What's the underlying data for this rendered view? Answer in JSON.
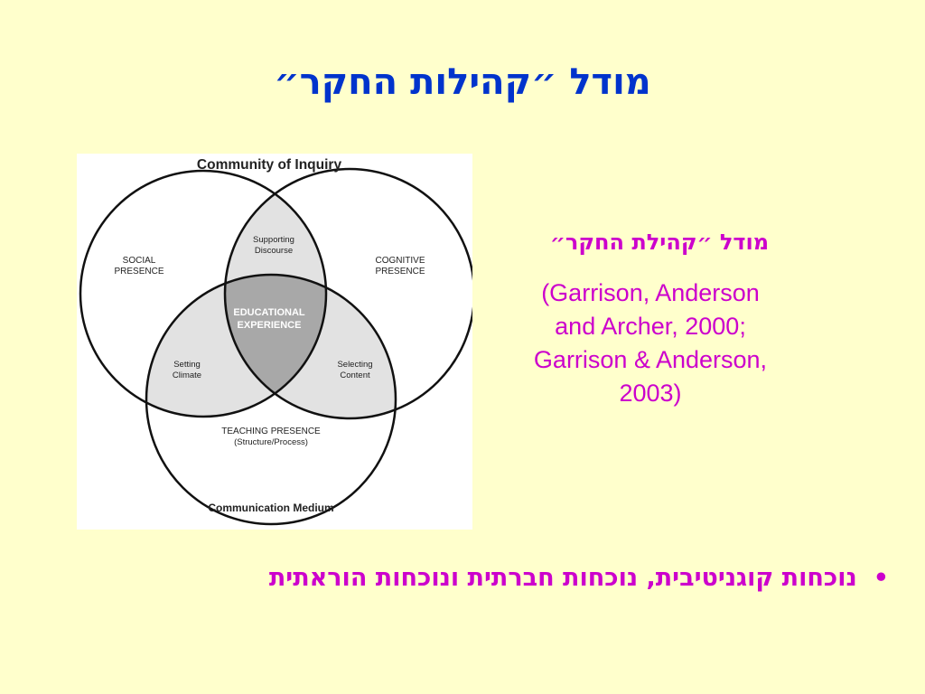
{
  "slide": {
    "title": "מודל ״קהילות החקר״",
    "sub_heading": "מודל ״קהילת החקר״",
    "citation_lines": [
      "(Garrison, Anderson",
      "and Archer, 2000;",
      "Garrison & Anderson,",
      "2003)"
    ],
    "bullet_symbol": "•",
    "bullet_text": "נוכחות קוגניטיבית, נוכחות חברתית ונוכחות הוראתית"
  },
  "figure": {
    "title": "Community of Inquiry",
    "footer": "Communication Medium",
    "regions": {
      "social": [
        "SOCIAL",
        "PRESENCE"
      ],
      "cognitive": [
        "COGNITIVE",
        "PRESENCE"
      ],
      "teaching": [
        "TEACHING PRESENCE",
        "(Structure/Process)"
      ],
      "supporting": [
        "Supporting",
        "Discourse"
      ],
      "setting": [
        "Setting",
        "Climate"
      ],
      "selecting": [
        "Selecting",
        "Content"
      ],
      "center": [
        "EDUCATIONAL",
        "EXPERIENCE"
      ]
    },
    "colors": {
      "pair_overlap": "#e2e2e2",
      "center": "#a8a8a8",
      "stroke": "#111111"
    }
  }
}
